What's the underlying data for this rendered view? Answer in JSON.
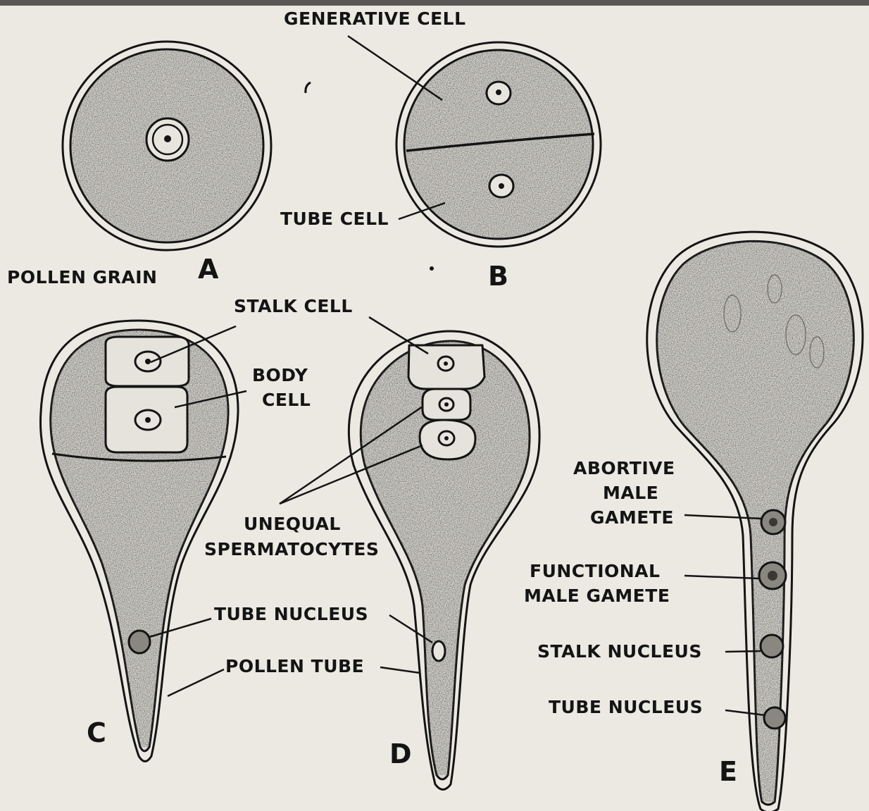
{
  "panels": {
    "A": {
      "letter": "A",
      "caption": "POLLEN GRAIN"
    },
    "B": {
      "letter": "B",
      "generative_cell": "GENERATIVE CELL",
      "tube_cell": "TUBE CELL"
    },
    "C": {
      "letter": "C",
      "body_cell_line1": "BODY",
      "body_cell_line2": "CELL"
    },
    "D": {
      "letter": "D",
      "unequal_line1": "UNEQUAL",
      "unequal_line2": "SPERMATOCYTES"
    },
    "E": {
      "letter": "E",
      "abortive_line1": "ABORTIVE",
      "abortive_line2": "MALE",
      "abortive_line3": "GAMETE",
      "functional_line1": "FUNCTIONAL",
      "functional_line2": "MALE GAMETE",
      "stalk_nucleus": "STALK NUCLEUS",
      "tube_nucleus": "TUBE NUCLEUS"
    }
  },
  "shared_labels": {
    "stalk_cell": "STALK CELL",
    "tube_nucleus": "TUBE NUCLEUS",
    "pollen_tube": "POLLEN TUBE"
  },
  "colors": {
    "ink": "#141414",
    "paper": "#ece9e2",
    "cell_fill": "#d9d6cf"
  }
}
